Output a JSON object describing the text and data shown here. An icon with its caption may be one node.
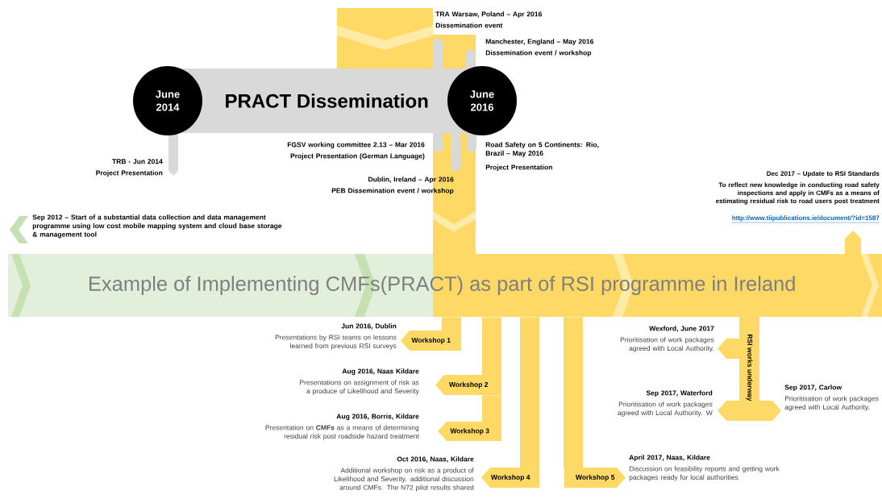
{
  "diagram": {
    "nodes": [
      {
        "text": [
          "PRACT Dissemination"
        ]
      },
      {
        "text": [
          "June 2014"
        ]
      },
      {
        "text": [
          "June 2016"
        ]
      },
      {
        "text": [
          "Example of Implementing CMFs(PRACT) as part of RSI programme in Ireland"
        ]
      },
      {
        "text": [
          "Workshop 1"
        ],
        "beside": [
          "Jun 2016, Dublin",
          "Presentations by RSI teams on lessons learned from previous RSI surveys"
        ]
      },
      {
        "text": [
          "Workshop 2"
        ],
        "beside": [
          "Aug 2016, Naas Kildare",
          "Presentations on assignment of risk as a produce of Likelihood and Severity"
        ]
      },
      {
        "text": [
          "Workshop 3"
        ],
        "beside": [
          "Aug 2016, Borris, Kildare",
          "Presentation on **CMFs** as a means of determining residual risk post roadside hazard treatment"
        ]
      },
      {
        "text": [
          "Workshop 4"
        ],
        "beside": [
          "Oct 2016, Naas, Kildare",
          "Additional workshop on risk as a product of Likelihood and Severity. additional discussion around CMFs. The N72 pilot results shared"
        ]
      },
      {
        "text": [
          "Workshop 5"
        ],
        "beside": [
          "April 2017, Naas, Kildare",
          "Discussion on feasibility reports and getting work packages ready for local authorities"
        ]
      },
      {
        "text": [
          "RSI works underway"
        ],
        "beside": [
          "Wexford, June 2017",
          "Prioritisation of work packages agreed with Local Authority.",
          "Sep 2017, Carlow",
          "Prioritisation of work packages agreed with Local Authority.",
          "Sep 2017, Waterford",
          "Prioritisation of work packages agreed with Local Authority. W"
        ]
      }
    ],
    "edges": [
      {
        "from": 3,
        "to": 4,
        "arrow": "none"
      },
      {
        "from": 3,
        "to": 5,
        "arrow": "none"
      },
      {
        "from": 5,
        "to": 6,
        "arrow": "none"
      },
      {
        "from": 3,
        "to": 7,
        "arrow": "none"
      },
      {
        "from": 3,
        "to": 8,
        "arrow": "none"
      }
    ],
    "labels": [
      "TRA Warsaw, Poland – Apr 2016",
      "Dissemination event",
      "Manchester, England – May 2016",
      "Dissemination event / workshop",
      "FGSV working committee 2.13 – Mar 2016",
      "Project Presentation (German Language)",
      "Road Safety on 5 Continents: Rio, Brazil – May 2016",
      "Project Presentation",
      "TRB - Jun 2014",
      "Project Presentation",
      "Dublin, Ireland – Apr 2016",
      "PEB Dissemination event / workshop",
      "Dec 2017 – Update to RSI Standards",
      "To reflect new knowledge in conducting road safety inspections and apply in CMFs as a means of estimating residual risk to road users post treatment",
      "http://www.tiipublications.ie/document/?id=1587",
      "Sep 2012 – Start of a substantial data collection and data management programme using low cost mobile mapping system and cloud base storage & management tool"
    ]
  }
}
